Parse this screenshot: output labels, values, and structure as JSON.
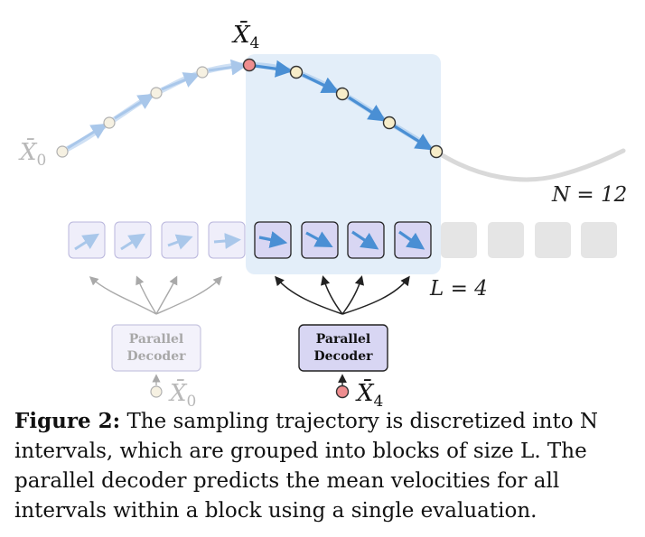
{
  "diagram": {
    "labels": {
      "start_point": "X̄",
      "start_point_sub": "0",
      "block_start_point": "X̄",
      "block_start_point_sub": "4",
      "n_label": "N = 12",
      "l_label": "L = 4"
    },
    "decoders": [
      {
        "line1": "Parallel",
        "line2": "Decoder",
        "state": "inactive",
        "input_label": "X̄",
        "input_sub": "0"
      },
      {
        "line1": "Parallel",
        "line2": "Decoder",
        "state": "active",
        "input_label": "X̄",
        "input_sub": "4"
      }
    ],
    "blocks": {
      "total_intervals": 12,
      "block_size": 4,
      "completed": 4,
      "active": 4,
      "pending": 4
    },
    "colors": {
      "highlight_fill": "#e3eef9",
      "active_arrow": "#4a8fd4",
      "faded_arrow": "#a9c7ea",
      "active_cell": "#d8d6f3",
      "faded_cell": "#efeefa",
      "pending_cell": "#e5e5e5",
      "point_fill": "#f7edc9",
      "start_point_fill": "#ee8d8f",
      "future_curve": "#d9d9d9"
    }
  },
  "caption": {
    "label": "Figure 2:",
    "text": "The sampling trajectory is discretized into N intervals, which are grouped into blocks of size L. The parallel decoder predicts the mean velocities for all intervals within a block using a single evaluation."
  }
}
